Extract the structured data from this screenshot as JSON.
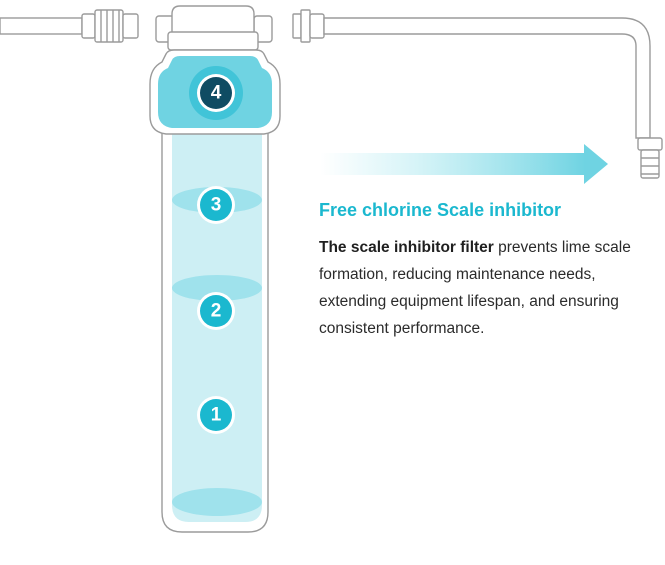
{
  "info": {
    "title": "Free chlorine Scale inhibitor",
    "description_lead": "The scale inhibitor filter",
    "description_rest": " prevents lime scale formation, reducing maintenance needs, extending equipment lifespan, and ensuring consistent performance."
  },
  "stages": [
    {
      "number": "4"
    },
    {
      "number": "3"
    },
    {
      "number": "2"
    },
    {
      "number": "1"
    }
  ],
  "colors": {
    "accent": "#1bb8cf",
    "water": "#cdeff4",
    "cap": "#6fd3e2",
    "outline": "#9b9b9b",
    "marker_dark": "#0f4c63"
  }
}
